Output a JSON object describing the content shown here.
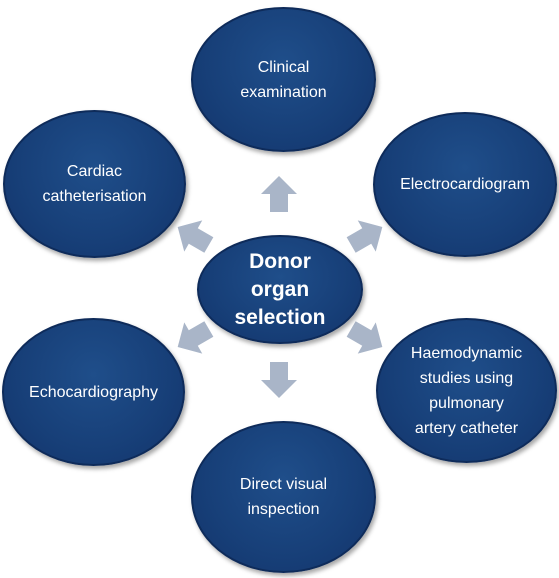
{
  "center": {
    "label": "Donor\norgan\nselection"
  },
  "nodes": [
    {
      "id": "clinical-examination",
      "label": "Clinical\nexamination"
    },
    {
      "id": "electrocardiogram",
      "label": "Electrocardiogram"
    },
    {
      "id": "haemodynamic-studies",
      "label": "Haemodynamic\nstudies using\npulmonary\nartery catheter"
    },
    {
      "id": "direct-visual-inspection",
      "label": "Direct visual\ninspection"
    },
    {
      "id": "echocardiography",
      "label": "Echocardiography"
    },
    {
      "id": "cardiac-catheterisation",
      "label": "Cardiac\ncatheterisation"
    }
  ],
  "colors": {
    "node_fill": "#173f78",
    "node_border": "#0e2b5a",
    "arrow": "#a9b5c8",
    "text": "#ffffff"
  },
  "arrow_icon": "block-arrow-icon"
}
